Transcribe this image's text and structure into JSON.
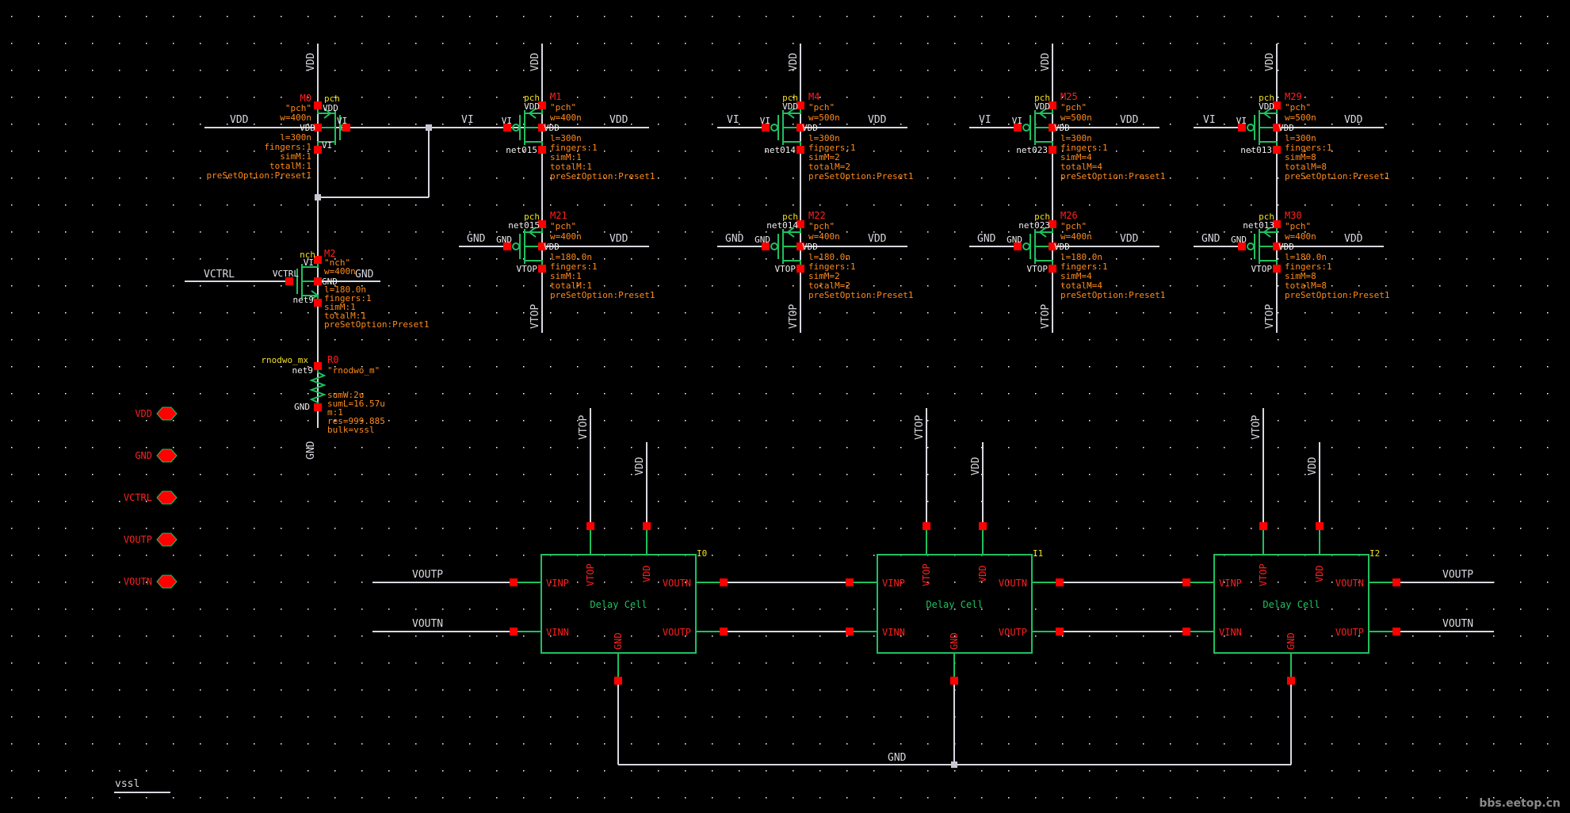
{
  "app": {
    "view": "schematic-editor",
    "watermark": "bbs.eetop.cn"
  },
  "colors": {
    "background": "#000000",
    "grid": "#ffffff",
    "wire": "#d8d8e0",
    "symbol": "#1fc060",
    "pin": "#ff0000",
    "instance_name": "#ff2020",
    "property": "#ff8a1a",
    "cell_name": "#f0e020"
  },
  "transistors": [
    {
      "id": "M0",
      "model": "\"pch\"",
      "cell": "pch",
      "type": "pmos",
      "w": "w=400n",
      "l": "l=300n",
      "fingers": "fingers:1",
      "simM": "simM:1",
      "totalM": "totalM:1",
      "preset": "preSetOption:Preset1",
      "term_top": "VDD",
      "term_gate": "VI",
      "term_body": "VDD",
      "term_bottom": "VI",
      "wire_left": "VDD",
      "wire_right": "VI",
      "wire_top": "VDD"
    },
    {
      "id": "M2",
      "model": "\"nch\"",
      "cell": "nch",
      "type": "nmos",
      "w": "w=400n",
      "l": "l=180.0n",
      "fingers": "fingers:1",
      "simM": "simM:1",
      "totalM": "totalM:1",
      "preset": "preSetOption:Preset1",
      "term_top": "VI",
      "term_gate": "VCTRL",
      "term_body": "GND",
      "term_bottom": "net9",
      "wire_left": "VCTRL",
      "wire_right": "GND"
    },
    {
      "id": "M1",
      "model": "\"pch\"",
      "cell": "pch",
      "type": "pmos",
      "w": "w=400n",
      "l": "l=300n",
      "fingers": "fingers:1",
      "simM": "simM:1",
      "totalM": "totalM:1",
      "preset": "preSetOption:Preset1",
      "term_top": "VDD",
      "term_gate": "VI",
      "term_body": "VDD",
      "term_bottom": "net015",
      "wire_left": "VI",
      "wire_right": "VDD",
      "wire_top": "VDD"
    },
    {
      "id": "M21",
      "model": "\"pch\"",
      "cell": "pch",
      "type": "pmos",
      "w": "w=400n",
      "l": "l=180.0n",
      "fingers": "fingers:1",
      "simM": "simM:1",
      "totalM": "totalM:1",
      "preset": "preSetOption:Preset1",
      "term_top": "net015",
      "term_gate": "GND",
      "term_body": "VDD",
      "term_bottom": "VTOP",
      "wire_left": "GND",
      "wire_right": "VDD",
      "wire_bottom": "VTOP"
    },
    {
      "id": "M4",
      "model": "\"pch\"",
      "cell": "pch",
      "type": "pmos",
      "w": "w=500n",
      "l": "l=300n",
      "fingers": "fingers:1",
      "simM": "simM=2",
      "totalM": "totalM=2",
      "preset": "preSetOption:Preset1",
      "term_top": "VDD",
      "term_gate": "VI",
      "term_body": "VDD",
      "term_bottom": "net014",
      "wire_left": "VI",
      "wire_right": "VDD",
      "wire_top": "VDD"
    },
    {
      "id": "M22",
      "model": "\"pch\"",
      "cell": "pch",
      "type": "pmos",
      "w": "w=400n",
      "l": "l=180.0n",
      "fingers": "fingers:1",
      "simM": "simM=2",
      "totalM": "totalM=2",
      "preset": "preSetOption:Preset1",
      "term_top": "net014",
      "term_gate": "GND",
      "term_body": "VDD",
      "term_bottom": "VTOP",
      "wire_left": "GND",
      "wire_right": "VDD",
      "wire_bottom": "VTOP"
    },
    {
      "id": "M25",
      "model": "\"pch\"",
      "cell": "pch",
      "type": "pmos",
      "w": "w=500n",
      "l": "l=300n",
      "fingers": "fingers:1",
      "simM": "simM=4",
      "totalM": "totalM=4",
      "preset": "preSetOption:Preset1",
      "term_top": "VDD",
      "term_gate": "VI",
      "term_body": "VDD",
      "term_bottom": "net023",
      "wire_left": "VI",
      "wire_right": "VDD",
      "wire_top": "VDD"
    },
    {
      "id": "M26",
      "model": "\"pch\"",
      "cell": "pch",
      "type": "pmos",
      "w": "w=400n",
      "l": "l=180.0n",
      "fingers": "fingers:1",
      "simM": "simM=4",
      "totalM": "totalM=4",
      "preset": "preSetOption:Preset1",
      "term_top": "net023",
      "term_gate": "GND",
      "term_body": "VDD",
      "term_bottom": "VTOP",
      "wire_left": "GND",
      "wire_right": "VDD",
      "wire_bottom": "VTOP"
    },
    {
      "id": "M29",
      "model": "\"pch\"",
      "cell": "pch",
      "type": "pmos",
      "w": "w=500n",
      "l": "l=300n",
      "fingers": "fingers:1",
      "simM": "simM=8",
      "totalM": "totalM=8",
      "preset": "preSetOption:Preset1",
      "term_top": "VDD",
      "term_gate": "VI",
      "term_body": "VDD",
      "term_bottom": "net013",
      "wire_left": "VI",
      "wire_right": "VDD",
      "wire_top": "VDD"
    },
    {
      "id": "M30",
      "model": "\"pch\"",
      "cell": "pch",
      "type": "pmos",
      "w": "w=400n",
      "l": "l=180.0n",
      "fingers": "fingers:1",
      "simM": "simM=8",
      "totalM": "totalM=8",
      "preset": "preSetOption:Preset1",
      "term_top": "net013",
      "term_gate": "GND",
      "term_body": "VDD",
      "term_bottom": "VTOP",
      "wire_left": "GND",
      "wire_right": "VDD",
      "wire_bottom": "VTOP"
    }
  ],
  "resistor": {
    "id": "R0",
    "model": "\"rnodwo_m\"",
    "cell": "rnodwo_mx",
    "term_top": "net9",
    "term_bottom": "GND",
    "props": [
      "sumW:2u",
      "sumL=16.57u",
      "m:1",
      "res=999.885",
      "bulk=vssl"
    ],
    "wire_bottom": "GND"
  },
  "wire_labels": {
    "vi_junction": "VI"
  },
  "pins": [
    {
      "name": "VDD"
    },
    {
      "name": "GND"
    },
    {
      "name": "VCTRL"
    },
    {
      "name": "VOUTP"
    },
    {
      "name": "VOUTN"
    }
  ],
  "delay_cells": [
    {
      "inst": "I0",
      "title": "Delay Cell",
      "pins": {
        "vinp": "VINP",
        "vinn": "VINN",
        "voutn": "VOUTN",
        "voutp": "VOUTP",
        "vtop": "VTOP",
        "vdd": "VDD",
        "gnd": "GND"
      },
      "wire_vtop": "VTOP",
      "wire_vdd": "VDD"
    },
    {
      "inst": "I1",
      "title": "Delay Cell",
      "pins": {
        "vinp": "VINP",
        "vinn": "VINN",
        "voutn": "VOUTN",
        "voutp": "VOUTP",
        "vtop": "VTOP",
        "vdd": "VDD",
        "gnd": "GND"
      },
      "wire_vtop": "VTOP",
      "wire_vdd": "VDD"
    },
    {
      "inst": "I2",
      "title": "Delay Cell",
      "pins": {
        "vinp": "VINP",
        "vinn": "VINN",
        "voutn": "VOUTN",
        "voutp": "VOUTP",
        "vtop": "VTOP",
        "vdd": "VDD",
        "gnd": "GND"
      },
      "wire_vtop": "VTOP",
      "wire_vdd": "VDD"
    }
  ],
  "ring_labels": {
    "in_top": "VOUTP",
    "in_bottom": "VOUTN",
    "out_top": "VOUTP",
    "out_bottom": "VOUTN",
    "gnd_bus": "GND"
  },
  "vssl_label": "vssl"
}
